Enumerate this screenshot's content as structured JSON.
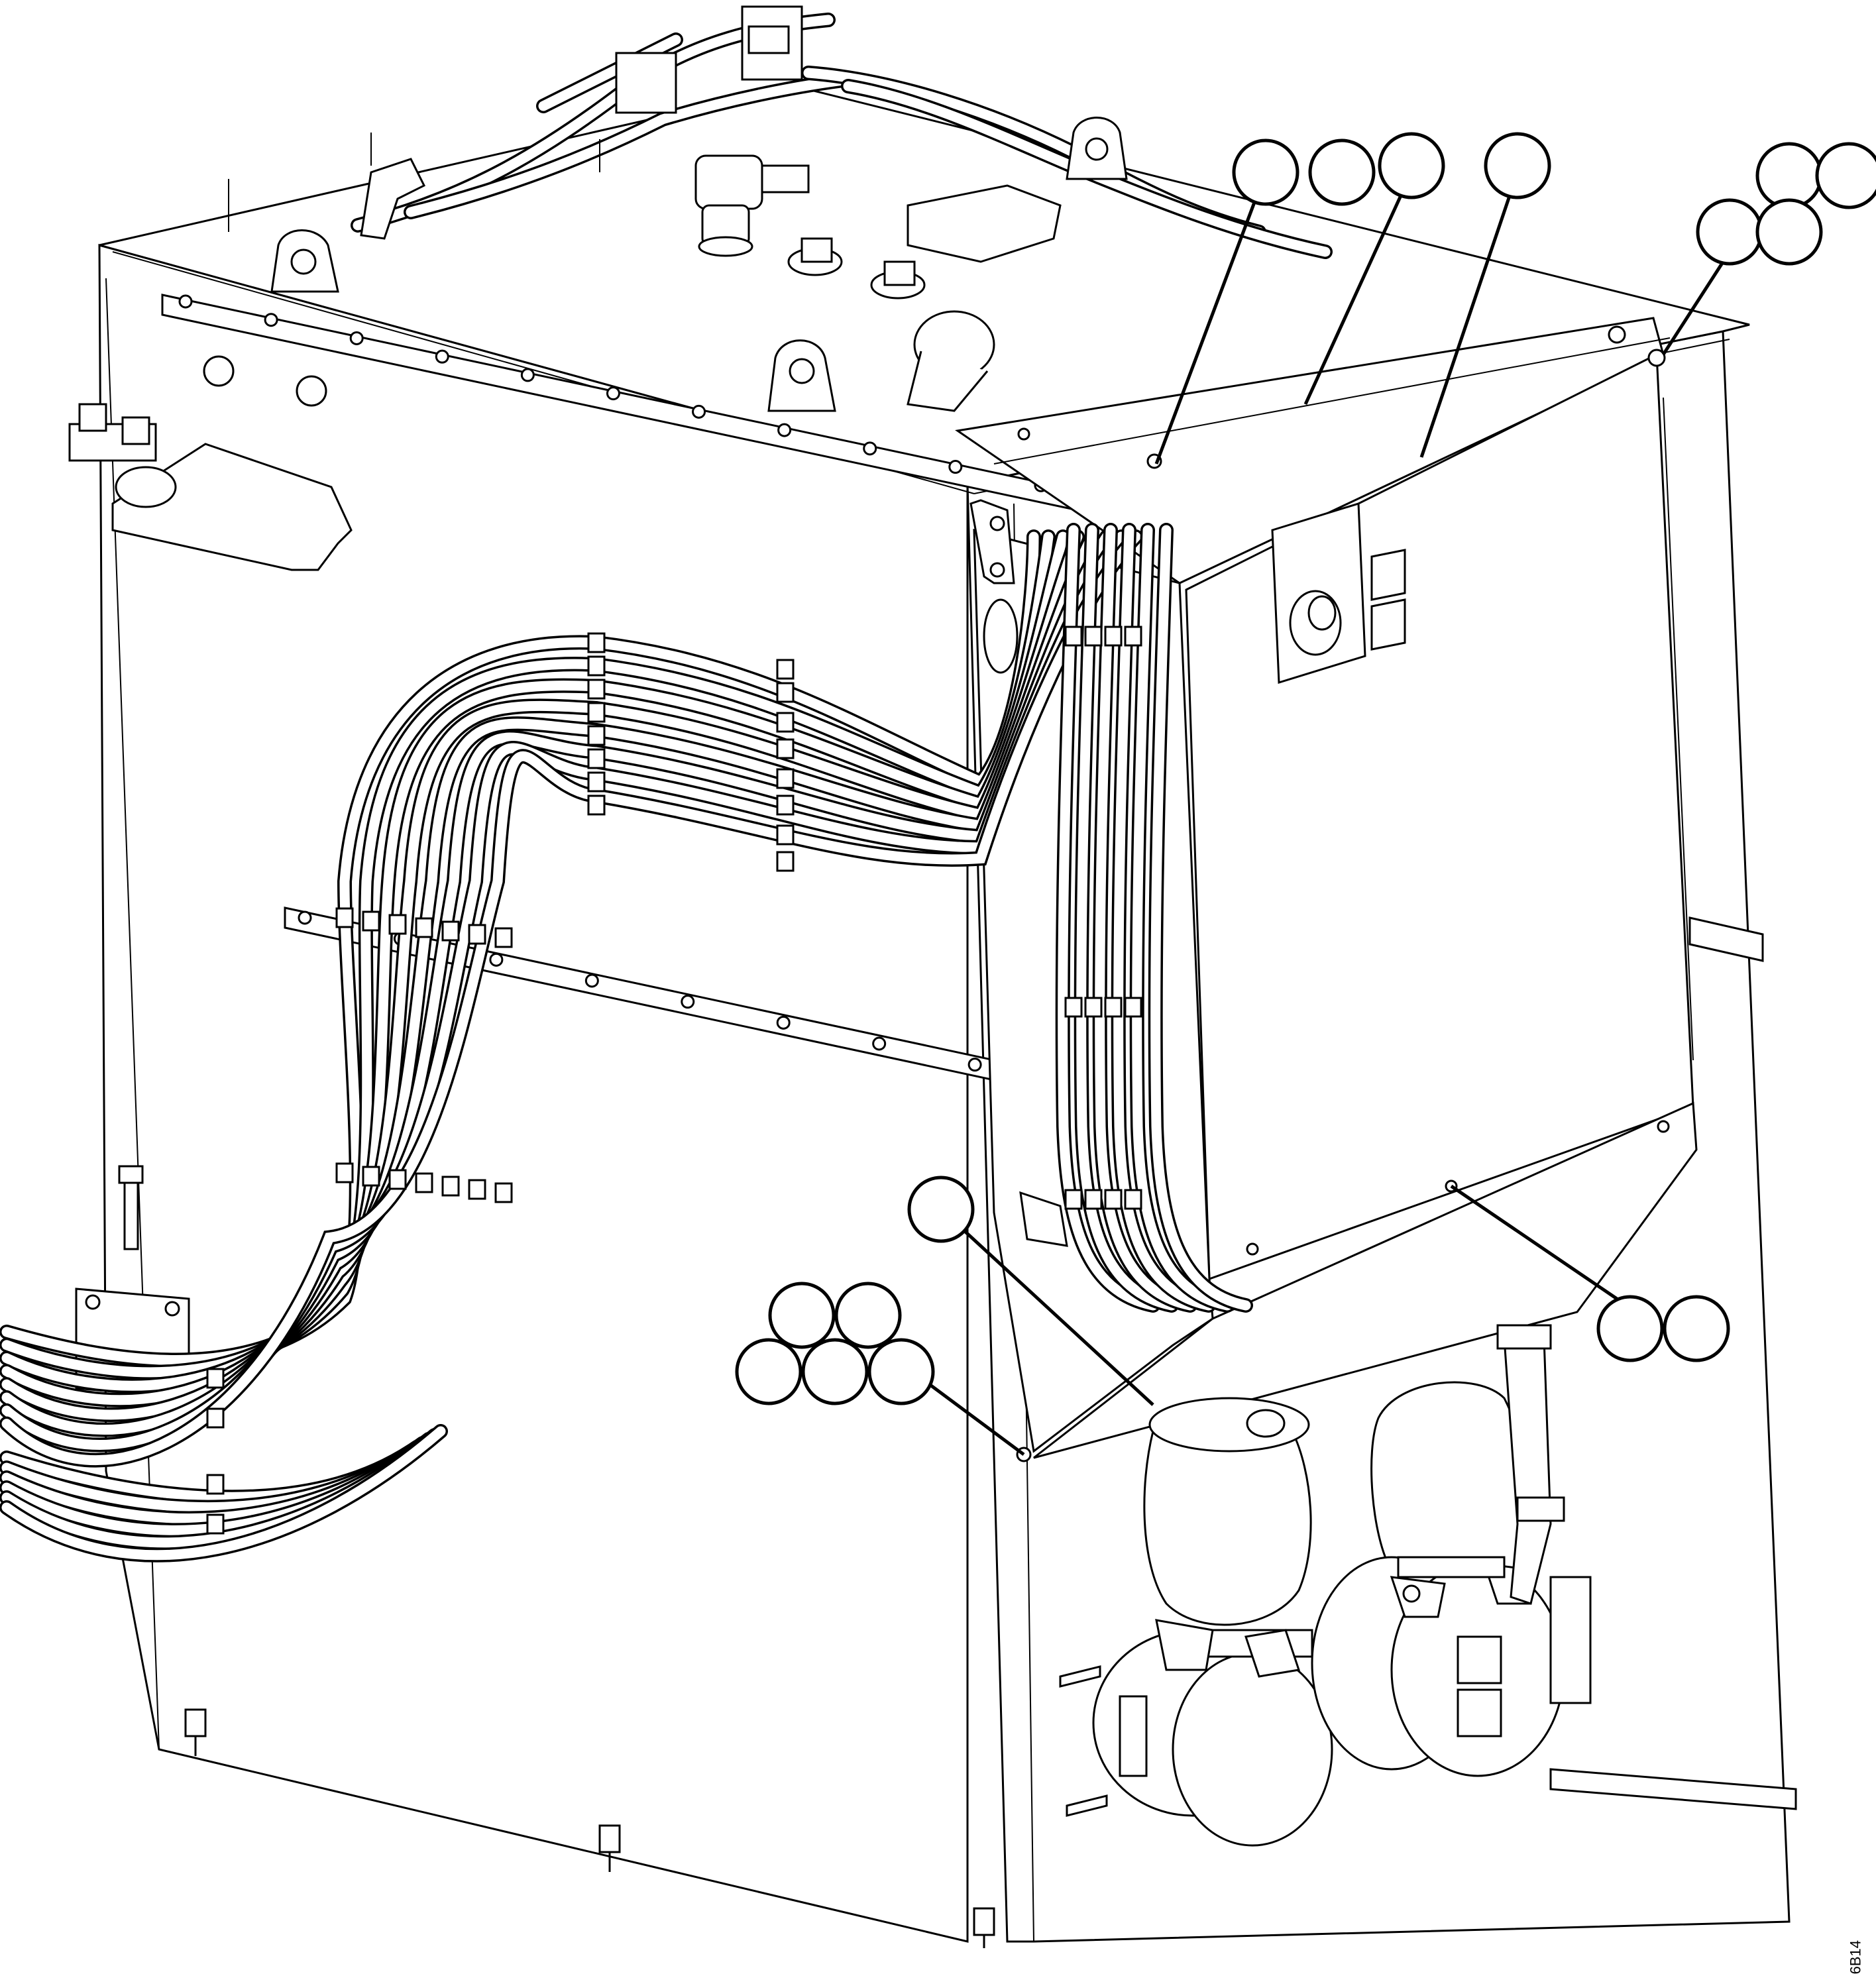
{
  "figure": {
    "id_label": "6B14"
  },
  "callouts": [
    {
      "name": "callout-top-1",
      "text": ""
    },
    {
      "name": "callout-top-2",
      "text": ""
    },
    {
      "name": "callout-top-3",
      "text": ""
    },
    {
      "name": "callout-top-4",
      "text": ""
    },
    {
      "name": "callout-right-1",
      "text": ""
    },
    {
      "name": "callout-right-2",
      "text": ""
    },
    {
      "name": "callout-right-3",
      "text": ""
    },
    {
      "name": "callout-right-4",
      "text": ""
    },
    {
      "name": "callout-mid-1",
      "text": ""
    },
    {
      "name": "callout-lower-1",
      "text": ""
    },
    {
      "name": "callout-lower-2",
      "text": ""
    },
    {
      "name": "callout-lower-3",
      "text": ""
    },
    {
      "name": "callout-lower-4",
      "text": ""
    },
    {
      "name": "callout-lower-5",
      "text": ""
    },
    {
      "name": "callout-bottomright-1",
      "text": ""
    },
    {
      "name": "callout-bottomright-2",
      "text": ""
    }
  ]
}
